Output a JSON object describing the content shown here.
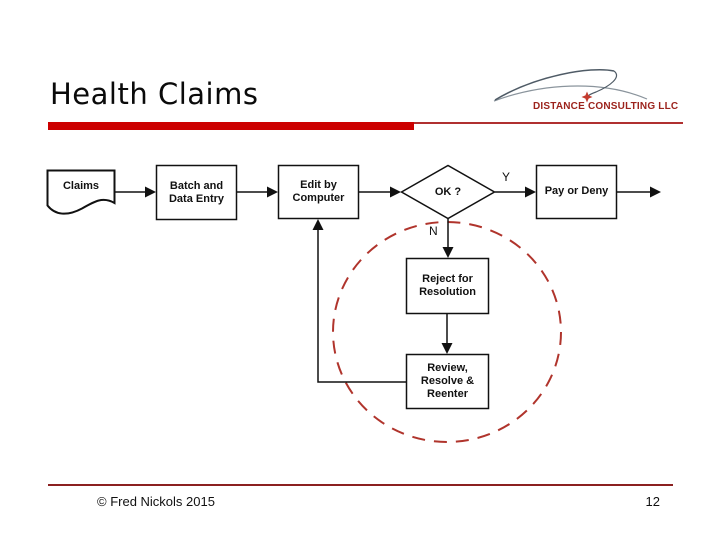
{
  "slide": {
    "title": "Health Claims",
    "footer": {
      "copyright": "© Fred Nickols 2015",
      "page_number": "12"
    }
  },
  "logo": {
    "company": "DISTANCE CONSULTING LLC",
    "colors": {
      "text": "#9c231c",
      "swoosh": "#4f5b66",
      "swoosh_light": "#8a949c",
      "star": "#c43b2e"
    }
  },
  "theme": {
    "background": "#ffffff",
    "accent_bar": "#cc0000",
    "thin_rule": "#b03030",
    "footer_rule": "#8b2020",
    "diagram_line": "#111111",
    "dashed_circle": "#b0342c"
  },
  "flowchart": {
    "nodes": [
      {
        "id": "claims",
        "shape": "document",
        "lines": [
          "Claims"
        ]
      },
      {
        "id": "batch-data-entry",
        "shape": "process",
        "lines": [
          "Batch and",
          "Data Entry"
        ]
      },
      {
        "id": "edit-by-computer",
        "shape": "process",
        "lines": [
          "Edit by",
          "Computer"
        ]
      },
      {
        "id": "ok-decision",
        "shape": "decision",
        "lines": [
          "OK ?"
        ]
      },
      {
        "id": "pay-or-deny",
        "shape": "process",
        "lines": [
          "Pay or Deny"
        ]
      },
      {
        "id": "reject-for-resolution",
        "shape": "process",
        "lines": [
          "Reject for",
          "Resolution"
        ]
      },
      {
        "id": "review-resolve-reenter",
        "shape": "process",
        "lines": [
          "Review,",
          "Resolve &",
          "Reenter"
        ]
      }
    ],
    "branch_labels": {
      "yes": "Y",
      "no": "N"
    }
  }
}
